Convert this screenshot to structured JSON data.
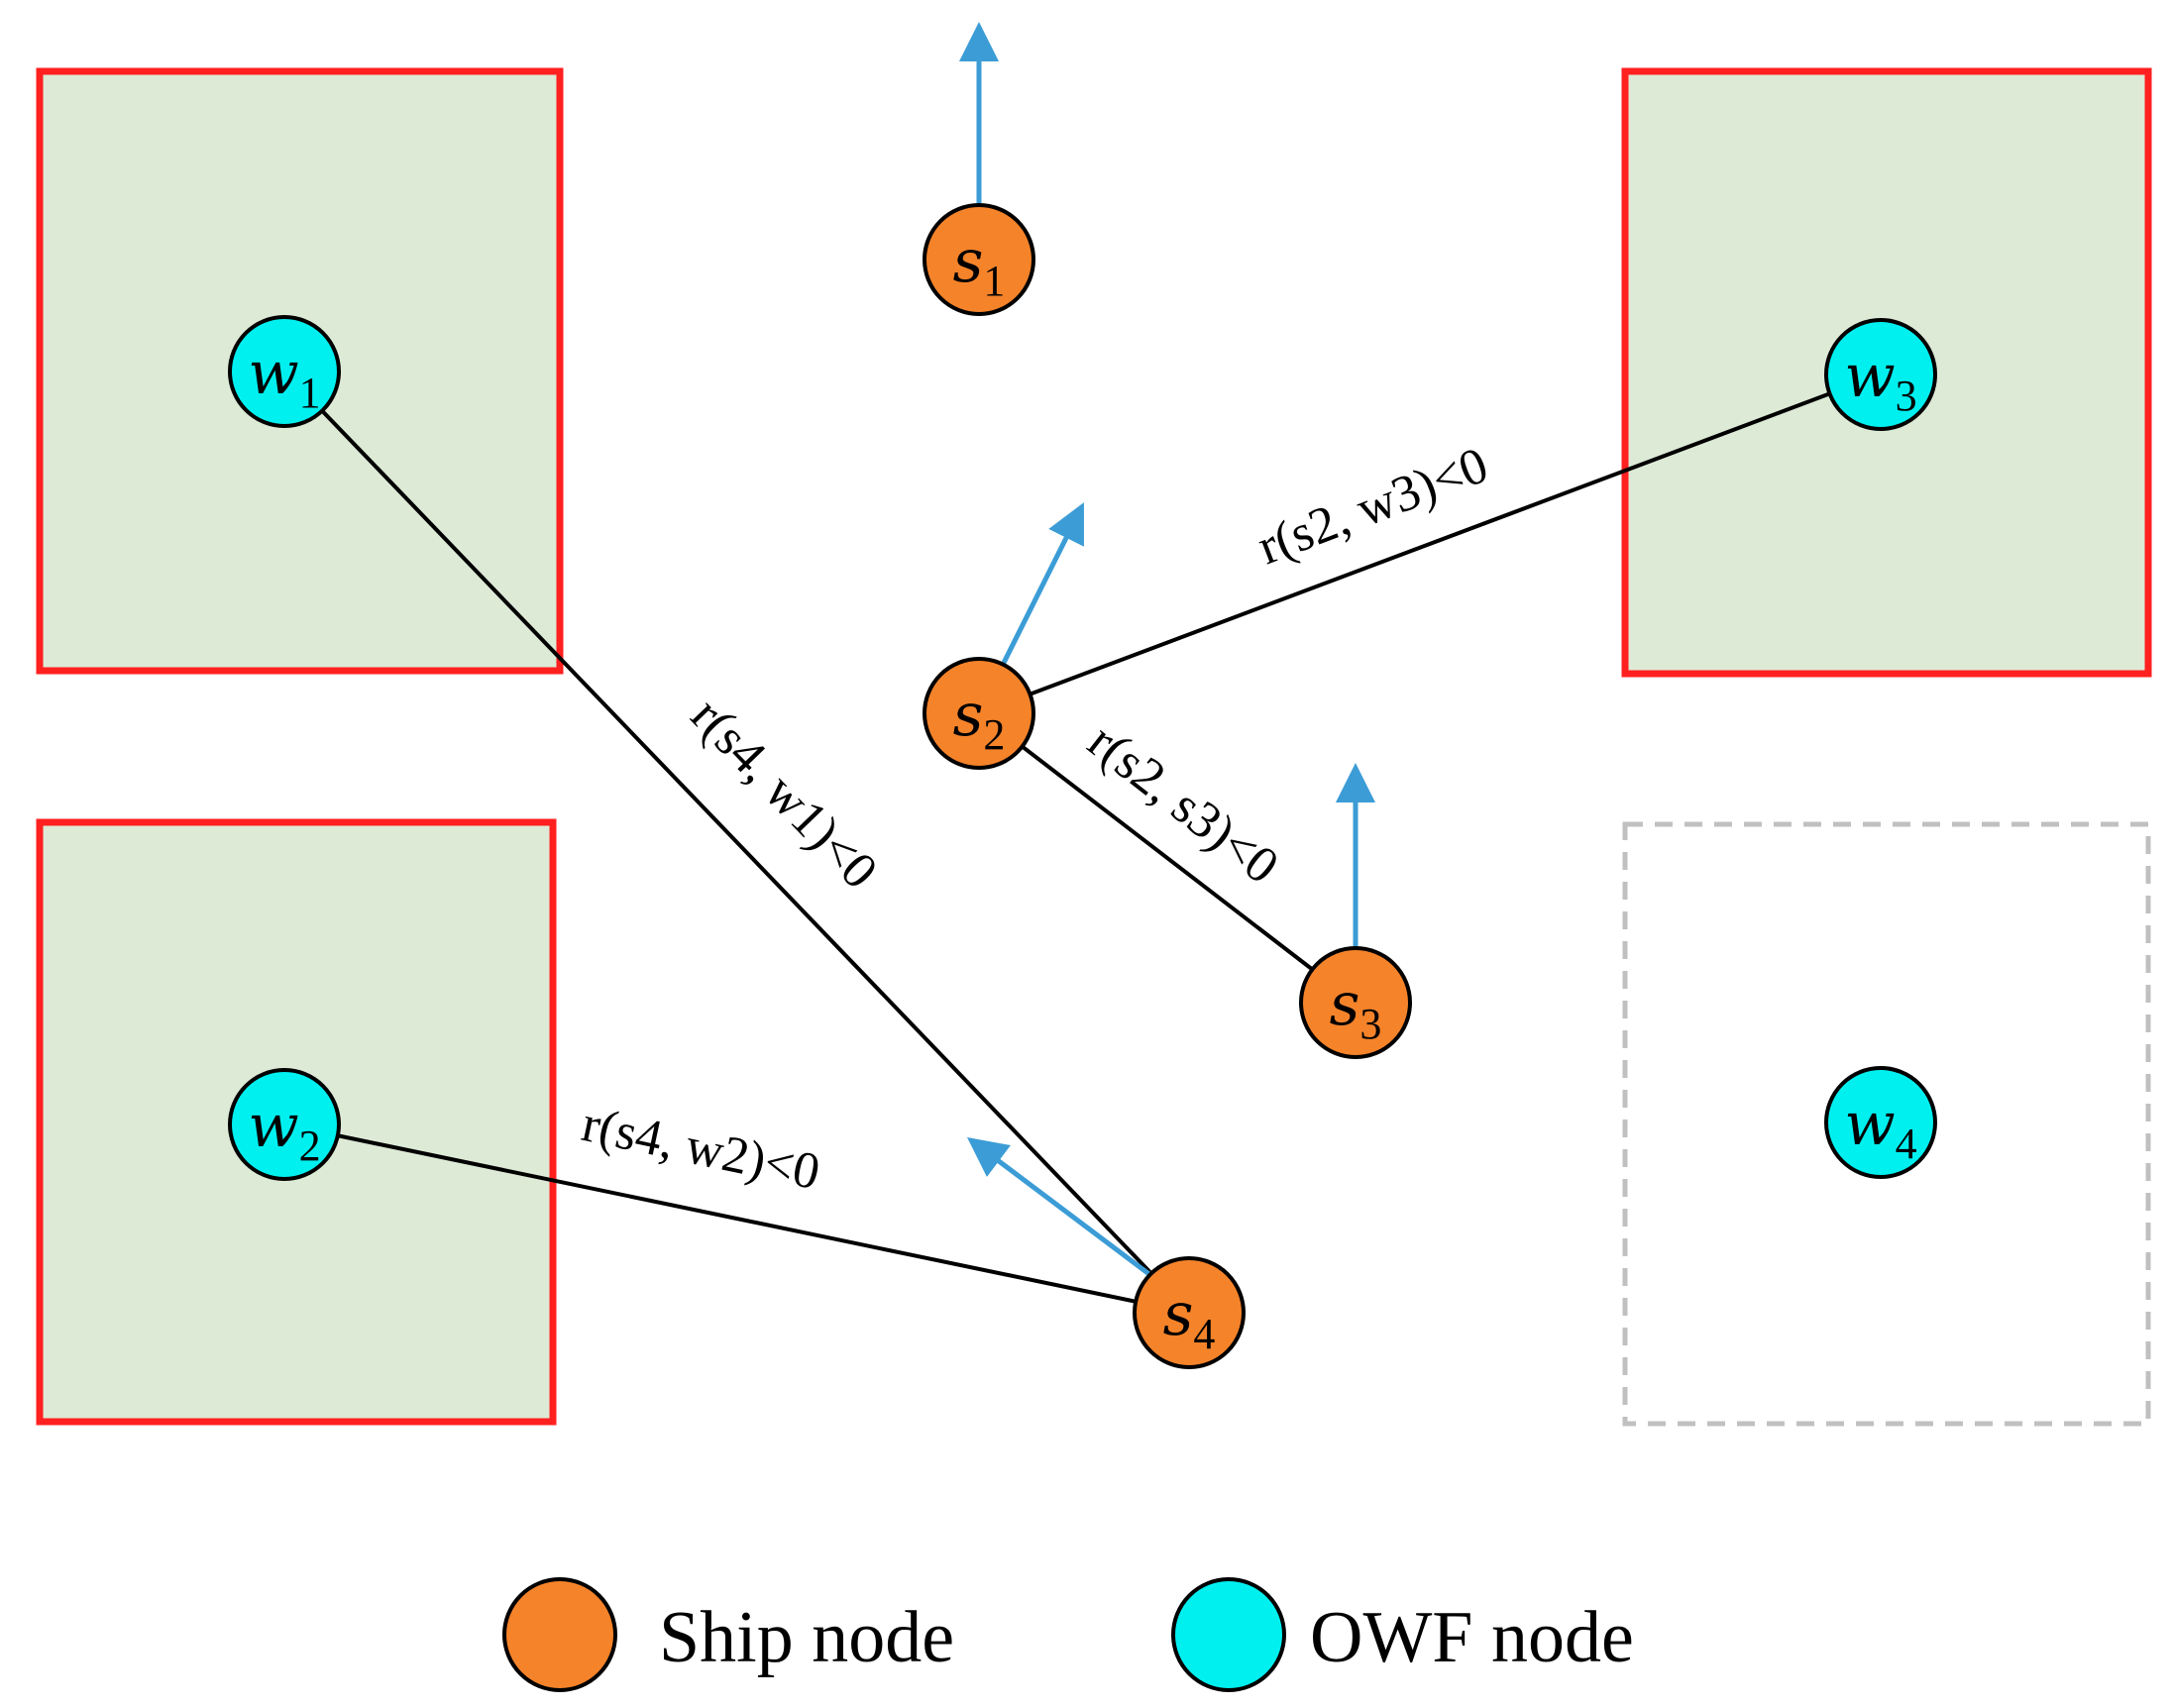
{
  "nodes": {
    "s1": {
      "base": "s",
      "sub": "1"
    },
    "s2": {
      "base": "s",
      "sub": "2"
    },
    "s3": {
      "base": "s",
      "sub": "3"
    },
    "s4": {
      "base": "s",
      "sub": "4"
    },
    "w1": {
      "base": "w",
      "sub": "1"
    },
    "w2": {
      "base": "w",
      "sub": "2"
    },
    "w3": {
      "base": "w",
      "sub": "3"
    },
    "w4": {
      "base": "w",
      "sub": "4"
    }
  },
  "edge_labels": {
    "s4_w1": "r(s4, w1)<0",
    "s4_w2": "r(s4, w2)<0",
    "s2_w3": "r(s2, w3)<0",
    "s2_s3": "r(s2, s3)<0"
  },
  "legend": {
    "ship": "Ship node",
    "owf": "OWF node"
  },
  "colors": {
    "ship_node": "#F5832A",
    "owf_node": "#00F0F0",
    "zone_fill": "#DDEAD6",
    "zone_border_active": "#FF2020",
    "zone_border_inactive": "#C0C0C0",
    "arrow": "#3C9CD6",
    "edge": "#000000"
  }
}
